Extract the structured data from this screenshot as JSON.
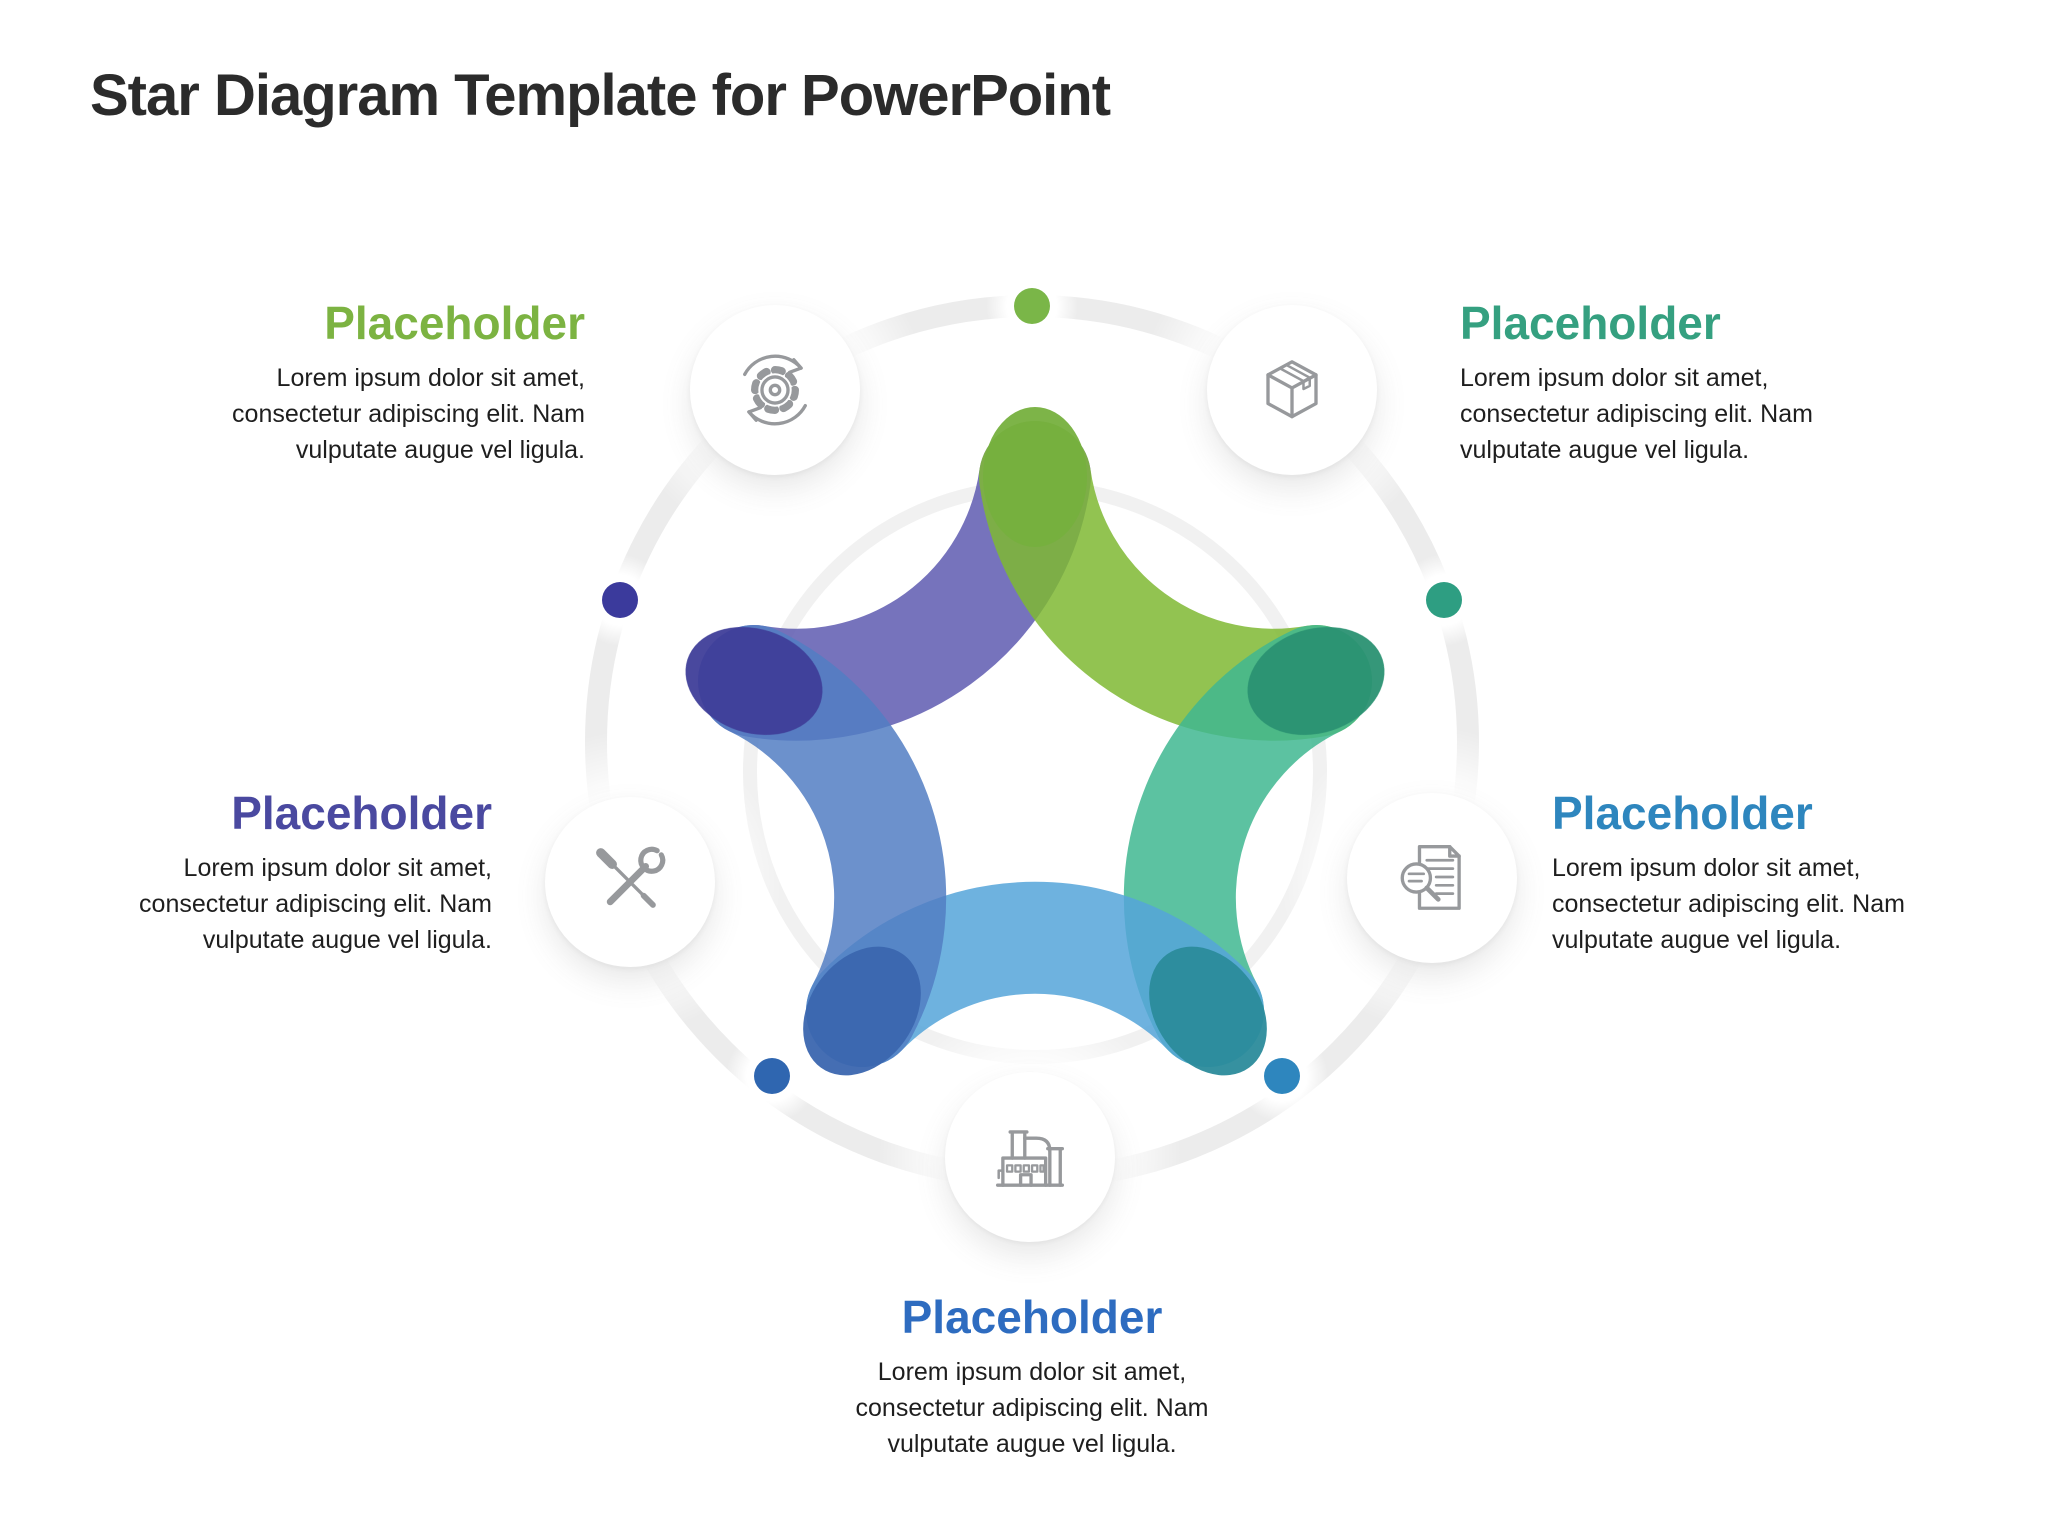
{
  "title": "Star Diagram Template for PowerPoint",
  "placeholders": [
    {
      "position": "top-left",
      "heading": "Placeholder",
      "heading_color": "#7CB342",
      "icon": "process-sync-gear-icon",
      "body": "Lorem ipsum dolor sit amet, consectetur adipiscing elit. Nam vulputate augue vel ligula."
    },
    {
      "position": "top-right",
      "heading": "Placeholder",
      "heading_color": "#35A080",
      "icon": "package-box-icon",
      "body": "Lorem ipsum dolor sit amet, consectetur adipiscing elit. Nam vulputate augue vel ligula."
    },
    {
      "position": "middle-left",
      "heading": "Placeholder",
      "heading_color": "#4A49A0",
      "icon": "tools-icon",
      "body": "Lorem ipsum dolor sit amet, consectetur adipiscing elit. Nam vulputate augue vel ligula."
    },
    {
      "position": "middle-right",
      "heading": "Placeholder",
      "heading_color": "#2E86BE",
      "icon": "document-search-icon",
      "body": "Lorem ipsum dolor sit amet, consectetur adipiscing elit. Nam vulputate augue vel ligula."
    },
    {
      "position": "bottom",
      "heading": "Placeholder",
      "heading_color": "#2E6CC0",
      "icon": "factory-icon",
      "body": "Lorem ipsum dolor sit amet, consectetur adipiscing elit. Nam vulputate augue vel ligula."
    }
  ],
  "star": {
    "ribbons": [
      {
        "name": "purple",
        "color": "#5E5BB0"
      },
      {
        "name": "green",
        "color": "#7FB933"
      },
      {
        "name": "teal",
        "color": "#3FB790"
      },
      {
        "name": "light-blue",
        "color": "#55A5D9"
      },
      {
        "name": "royal-blue",
        "color": "#527EC3"
      }
    ],
    "tip_blobs": [
      {
        "name": "top",
        "color": "#76B03F"
      },
      {
        "name": "upper-right",
        "color": "#2B9272"
      },
      {
        "name": "lower-right",
        "color": "#2C8C9B"
      },
      {
        "name": "lower-left",
        "color": "#3B67AF"
      },
      {
        "name": "left",
        "color": "#403F99"
      }
    ]
  },
  "dots": [
    {
      "name": "top",
      "color": "#7AB648"
    },
    {
      "name": "left",
      "color": "#3B3A9C"
    },
    {
      "name": "right-upper",
      "color": "#2E9E82"
    },
    {
      "name": "left-lower",
      "color": "#2F66B0"
    },
    {
      "name": "right-lower",
      "color": "#2E86BE"
    }
  ]
}
